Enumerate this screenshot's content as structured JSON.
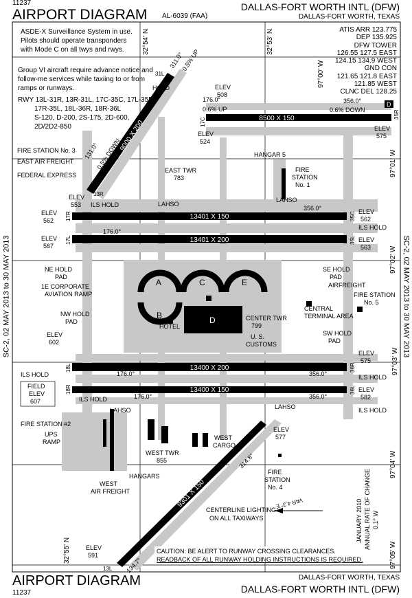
{
  "header": {
    "chart_number": "11237",
    "title": "AIRPORT DIAGRAM",
    "al_number": "AL-6039 (FAA)",
    "airport_name": "DALLAS-FORT WORTH INTL (DFW)",
    "city": "DALLAS-FORT WORTH, TEXAS"
  },
  "footer": {
    "title": "AIRPORT DIAGRAM",
    "chart_number": "11237",
    "city": "DALLAS-FORT WORTH, TEXAS",
    "airport_name": "DALLAS-FORT WORTH INTL (DFW)"
  },
  "side_label": "SC-2, 02 MAY 2013 to 30 MAY 2013",
  "notes": {
    "asde": [
      "ASDE-X Surveillance System in use.",
      "Pilots should operate transponders",
      "with Mode C on all twys and rwys."
    ],
    "group6": [
      "Group VI aircraft require advance notice and",
      "follow-me services while taxiing to or from",
      "ramps or runways."
    ],
    "rwy_strength": [
      "RWY 13L-31R, 13R-31L, 17C-35C, 17L-35R,",
      "17R-35L, 18L-36R, 18R-36L",
      "S-120, D-200, 2S-175, 2D-600,",
      "2D/2D2-850"
    ],
    "caution": [
      "CAUTION:  BE ALERT TO RUNWAY CROSSING CLEARANCES.",
      "READBACK OF ALL RUNWAY HOLDING INSTRUCTIONS IS REQUIRED."
    ],
    "centerline": [
      "CENTERLINE LIGHTING",
      "ON ALL TAXIWAYS"
    ],
    "variation": "VAR 4.3° E",
    "rate_of_change": [
      "JANUARY 2010",
      "ANNUAL RATE OF CHANGE",
      "0.1° W"
    ]
  },
  "frequencies": [
    "ATIS ARR  123.775",
    "DEP  135.925",
    "DFW TOWER",
    "126.55  127.5  EAST",
    "124.15  134.9  WEST",
    "GND CON",
    "121.65  121.8  EAST",
    "121.85  WEST",
    "CLNC DEL  128.25"
  ],
  "coords": {
    "lat1": "32°54' N",
    "lat2": "32°53' N",
    "lat3": "32°55' N",
    "lon0": "97°00' W",
    "lon1": "97°01' W",
    "lon2": "97°02' W",
    "lon3": "97°03' W",
    "lon4": "97°04' W",
    "lon5": "97°05' W"
  },
  "runways": {
    "r13r": "9000 X 200",
    "r17c": "8500 X 150",
    "r17r_top": "13401 X 150",
    "r17l_top": "13401 X 200",
    "r18l": "13400 X 200",
    "r18r": "13400 X 150",
    "r17l": "9301 X 150"
  },
  "runway_ends": [
    "31L",
    "13R",
    "35R",
    "17C",
    "35C",
    "17R",
    "35L",
    "36L",
    "36R",
    "18R",
    "18L",
    "17L",
    "13L"
  ],
  "headings": [
    "311.0°",
    "0.5% UP",
    "0.5% DOWN",
    "176.0°",
    "0.6% UP",
    "356.0°",
    "0.6% DOWN",
    "314.8°",
    "134.7°",
    "131.0°"
  ],
  "labels": {
    "hold": "HOLD",
    "elev508": "ELEV",
    "elev508v": "508",
    "elev575": "ELEV",
    "elev575v": "575",
    "elev524": "ELEV",
    "elev524v": "524",
    "hangar5": "HANGAR 5",
    "fire1": [
      "FIRE",
      "STATION",
      "No. 1"
    ],
    "fire3": "FIRE STATION No. 3",
    "east_freight": "EAST AIR FREIGHT",
    "fedex": "FEDERAL EXPRESS",
    "east_twr": "EAST TWR",
    "east_twr_v": "783",
    "elev553": "ELEV",
    "elev553v": "553",
    "ils_hold": "ILS HOLD",
    "lahso": "LAHSO",
    "elev562l": "ELEV",
    "elev562lv": "562",
    "elev562r": "ELEV",
    "elev562rv": "562",
    "elev567": "ELEV",
    "elev567v": "567",
    "elev563": "ELEV",
    "elev563v": "563",
    "ne_hold": [
      "NE HOLD",
      "PAD"
    ],
    "corp_ramp": [
      "1E CORPORATE",
      "AVIATION RAMP"
    ],
    "se_hold": [
      "SE HOLD",
      "PAD"
    ],
    "airfreight": "AIRFREIGHT",
    "fire5": [
      "FIRE STATION",
      "No. 5"
    ],
    "hotel": "HOTEL",
    "center_twr": "CENTER TWR",
    "center_twr_v": "799",
    "customs": [
      "U. S.",
      "CUSTOMS"
    ],
    "central": [
      "CENTRAL",
      "TERMINAL AREA"
    ],
    "nw_hold": [
      "NW HOLD",
      "PAD"
    ],
    "sw_hold": [
      "SW HOLD",
      "PAD"
    ],
    "elev602": "ELEV",
    "elev602v": "602",
    "elev575b": "ELEV",
    "elev575bv": "575",
    "elev582": "ELEV",
    "elev582v": "582",
    "field_elev": [
      "FIELD",
      "ELEV",
      "607"
    ],
    "fire2": "FIRE STATION #2",
    "ups": [
      "UPS",
      "RAMP"
    ],
    "west_twr": "WEST TWR",
    "west_twr_v": "855",
    "west_cargo": [
      "WEST",
      "CARGO"
    ],
    "hangars": "HANGARS",
    "west_freight": [
      "WEST",
      "AIR FREIGHT"
    ],
    "elev577": "ELEV",
    "elev577v": "577",
    "fire4": [
      "FIRE",
      "STATION",
      "No. 4"
    ],
    "elev591": "ELEV",
    "elev591v": "591",
    "terminals": [
      "A",
      "C",
      "E",
      "B",
      "D"
    ],
    "d_symbol": "D"
  },
  "colors": {
    "pavement": "#c8c8c8",
    "runway": "#000000",
    "building": "#000000"
  }
}
